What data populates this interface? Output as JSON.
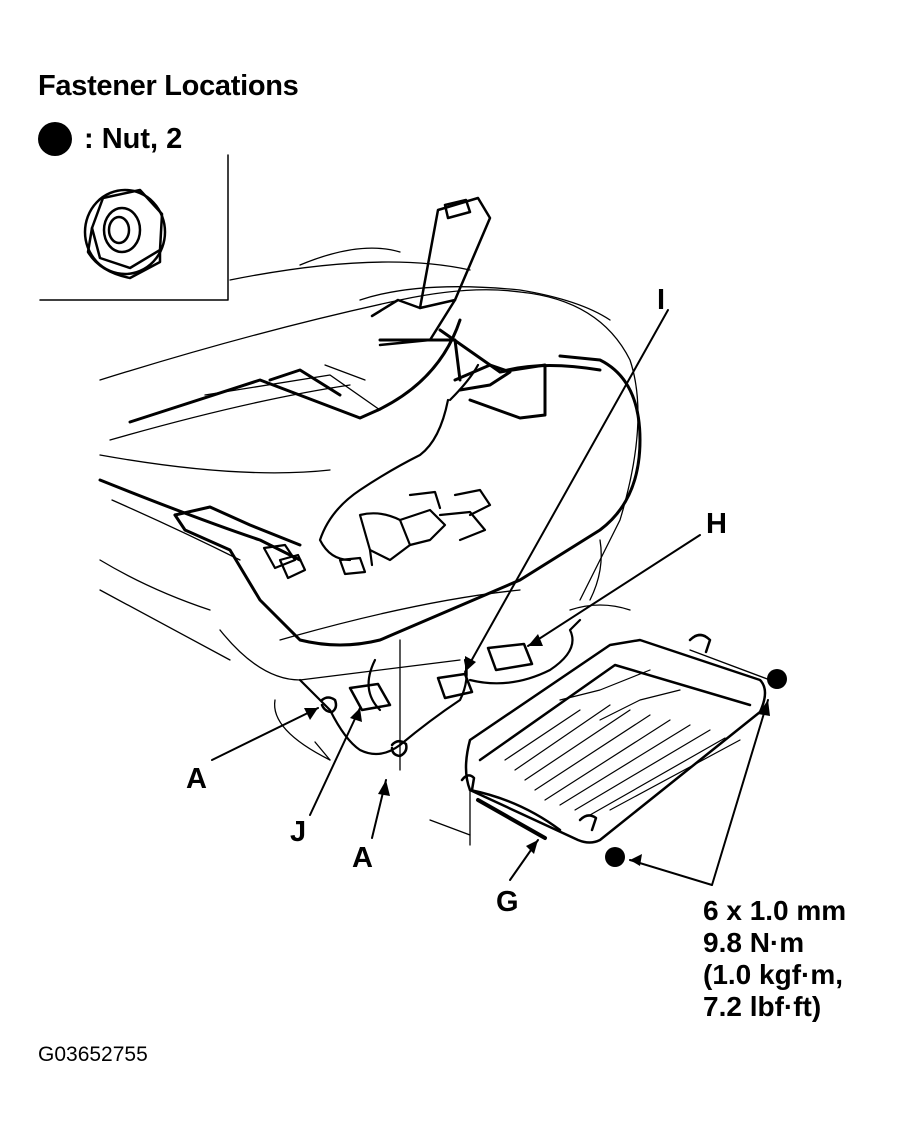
{
  "title": "Fastener Locations",
  "legend": {
    "symbol": "filled-circle",
    "label": ": Nut, 2"
  },
  "callouts": {
    "i": "I",
    "h": "H",
    "a_left": "A",
    "j": "J",
    "a_center": "A",
    "g": "G"
  },
  "torque_spec": {
    "size": "6 x 1.0 mm",
    "newton_meters": "9.8 N·m",
    "kgf": "(1.0 kgf·m,",
    "lbf": "7.2 lbf·ft)"
  },
  "figure_code": "G03652755"
}
